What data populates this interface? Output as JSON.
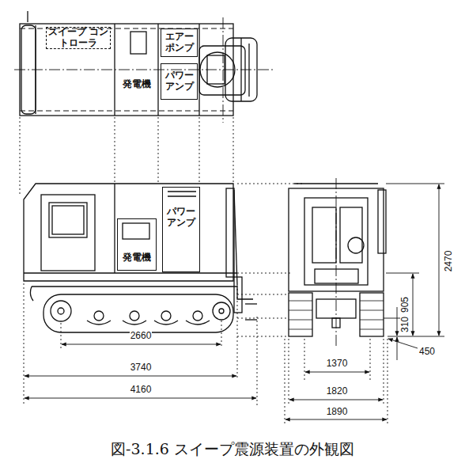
{
  "diagram": {
    "caption": "図-3.1.6 スイープ震源装置の外観図",
    "nodes": [
      {
        "text": [
          "スイープ コントローラ"
        ]
      },
      {
        "text": [
          "エアー ポンプ"
        ]
      },
      {
        "text": [
          "発電機"
        ]
      },
      {
        "text": [
          "パワー アンプ"
        ]
      },
      {
        "text": [
          "発電機"
        ]
      },
      {
        "text": [
          "パワー アンプ"
        ]
      }
    ],
    "labels": [
      "2660",
      "3740",
      "4160",
      "1370",
      "1820",
      "1890",
      "2470",
      "905",
      "310",
      "450"
    ]
  }
}
